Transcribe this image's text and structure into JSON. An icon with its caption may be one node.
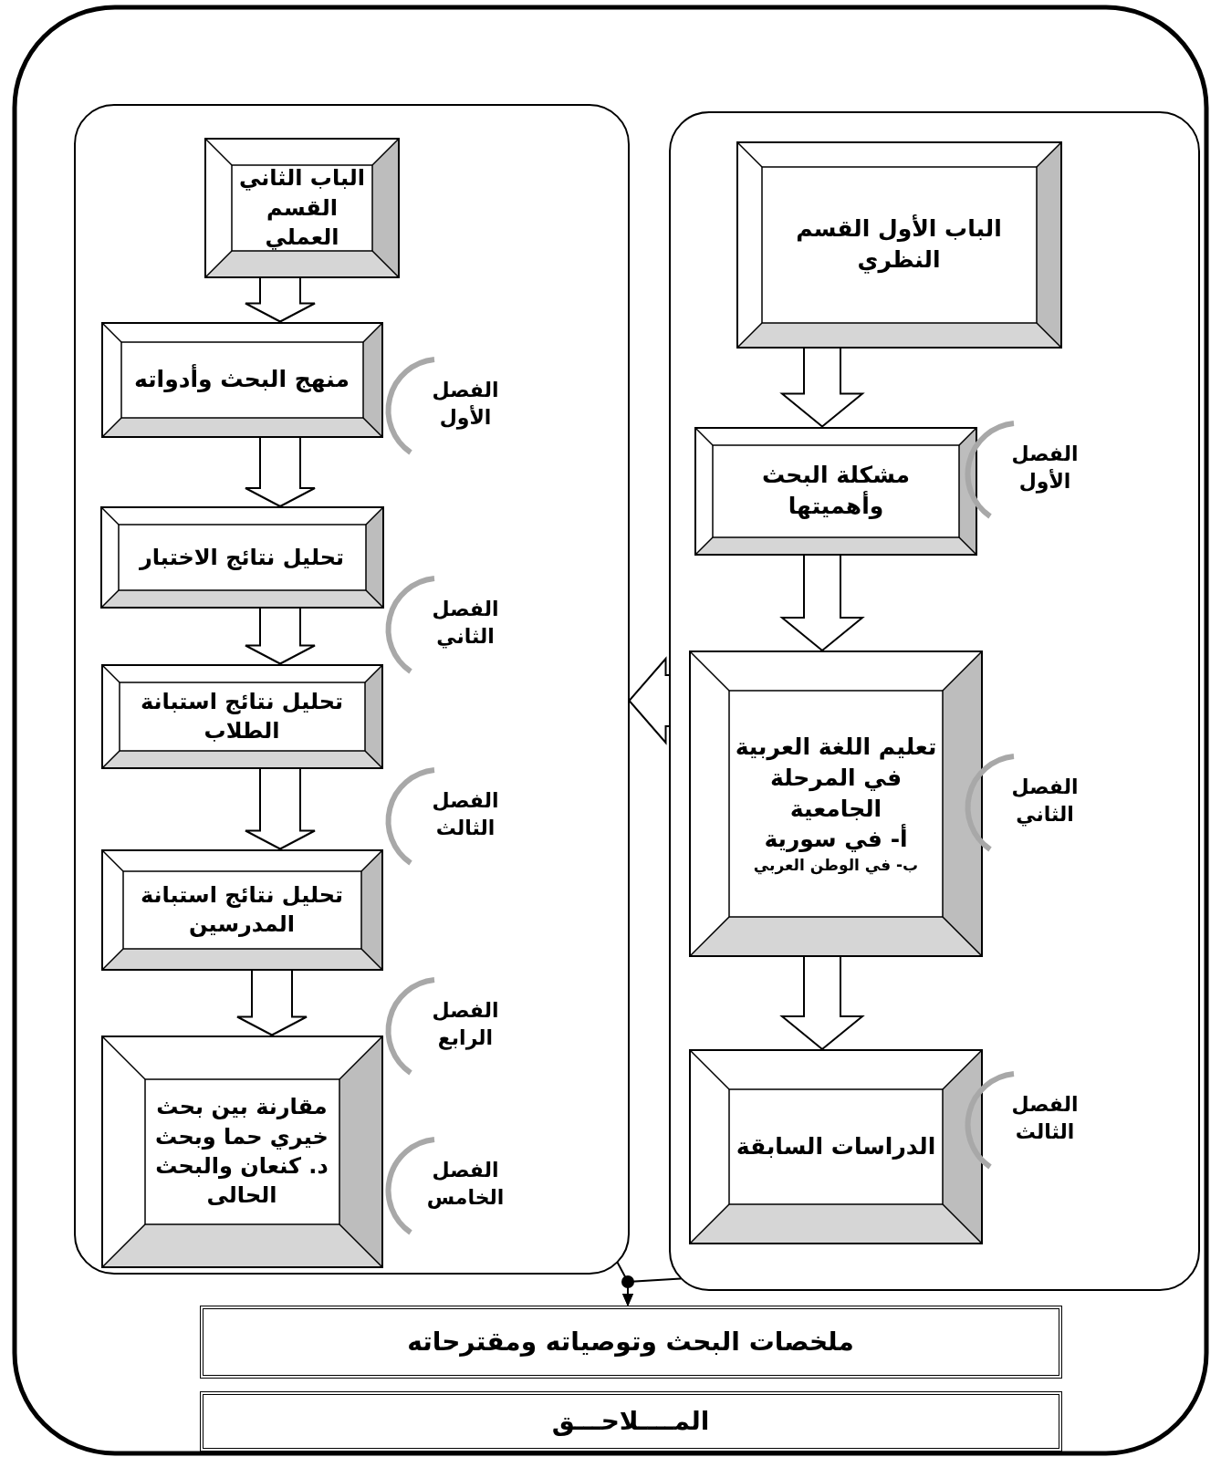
{
  "diagram": {
    "nodes": [
      {
        "text": [],
        "shape": "box"
      },
      {
        "text": [
          "الباب الأول القسم النظري"
        ],
        "in": 0
      },
      {
        "text": [
          "مشكلة البحث وأهميتها"
        ],
        "in": 0,
        "beside": [
          "الفصل الأول"
        ]
      },
      {
        "text": [
          "تعليم اللغة العربية في المرحلة الجامعية",
          "أ- في سورية",
          "ب- في الوطن العربي"
        ],
        "in": 0,
        "beside": [
          "الفصل الثاني"
        ]
      },
      {
        "text": [
          "الدراسات السابقة"
        ],
        "in": 0,
        "beside": [
          "الفصل الثالث"
        ]
      },
      {
        "text": [],
        "shape": "box"
      },
      {
        "text": [
          "الباب الثاني القسم العملي"
        ],
        "in": 5
      },
      {
        "text": [
          "منهج البحث وأدواته"
        ],
        "in": 5,
        "beside": [
          "الفصل الأول"
        ]
      },
      {
        "text": [
          "تحليل نتائج الاختبار"
        ],
        "in": 5,
        "beside": [
          "الفصل الثاني"
        ]
      },
      {
        "text": [
          "تحليل نتائج استبانة الطلاب"
        ],
        "in": 5,
        "beside": [
          "الفصل الثالث"
        ]
      },
      {
        "text": [
          "تحليل نتائج استبانة المدرسين"
        ],
        "in": 5,
        "beside": [
          "الفصل الرابع"
        ]
      },
      {
        "text": [
          "مقارنة بين بحث خيري حما وبحث د. كنعان والبحث الحالى"
        ],
        "in": 5,
        "beside": [
          "الفصل الخامس"
        ]
      },
      {
        "text": [
          "ملخصات البحث وتوصياته ومقترحاته"
        ]
      },
      {
        "text": [
          "المــــلاحـــق"
        ]
      }
    ],
    "edges": [
      {
        "from": 1,
        "to": 2,
        "arrow": "to"
      },
      {
        "from": 2,
        "to": 3,
        "arrow": "to"
      },
      {
        "from": 3,
        "to": 4,
        "arrow": "to"
      },
      {
        "from": 6,
        "to": 7,
        "arrow": "to"
      },
      {
        "from": 7,
        "to": 8,
        "arrow": "to"
      },
      {
        "from": 8,
        "to": 9,
        "arrow": "to"
      },
      {
        "from": 9,
        "to": 10,
        "arrow": "to"
      },
      {
        "from": 10,
        "to": 11,
        "arrow": "to"
      },
      {
        "from": 0,
        "to": 5,
        "arrow": "to"
      },
      {
        "from": 5,
        "to": 12,
        "arrow": "to"
      },
      {
        "from": 0,
        "to": 12,
        "arrow": "to"
      }
    ]
  }
}
